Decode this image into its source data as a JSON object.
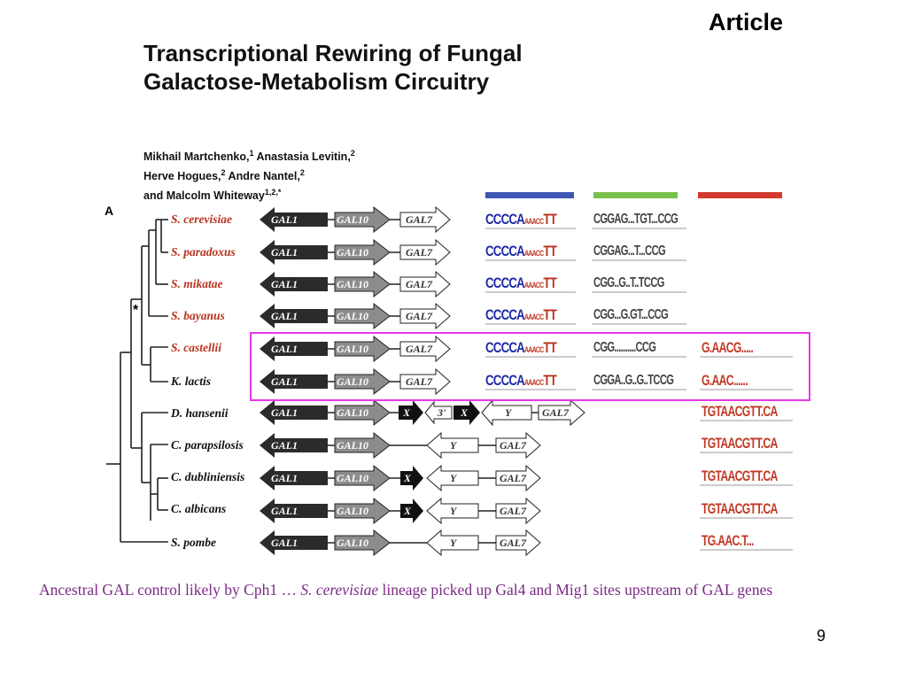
{
  "header": {
    "article_label": "Article",
    "title_line1": "Transcriptional Rewiring of Fungal",
    "title_line2": "Galactose-Metabolism Circuitry"
  },
  "authors": [
    {
      "name": "Mikhail Martchenko,",
      "sup": "1"
    },
    {
      "name": " Anastasia Levitin,",
      "sup": "2"
    },
    {
      "name": "Herve Hogues,",
      "sup": "2"
    },
    {
      "name": " Andre Nantel,",
      "sup": "2"
    },
    {
      "name": "and Malcolm Whiteway",
      "sup": "1,2,*"
    }
  ],
  "figure": {
    "panel_label": "A",
    "node_marker": "*",
    "legend_colors": [
      "#3f57b3",
      "#79c14b",
      "#d23b2c"
    ],
    "highlight_color": "#e63ae6",
    "species": [
      {
        "name": "S. cerevisiae",
        "color": "red"
      },
      {
        "name": "S. paradoxus",
        "color": "red"
      },
      {
        "name": "S. mikatae",
        "color": "red"
      },
      {
        "name": "S. bayanus",
        "color": "red"
      },
      {
        "name": "S. castellii",
        "color": "red"
      },
      {
        "name": "K. lactis",
        "color": "black"
      },
      {
        "name": "D. hansenii",
        "color": "black"
      },
      {
        "name": "C. parapsilosis",
        "color": "black"
      },
      {
        "name": "C. dubliniensis",
        "color": "black"
      },
      {
        "name": "C. albicans",
        "color": "black"
      },
      {
        "name": "S. pombe",
        "color": "black"
      }
    ],
    "genes": {
      "gal1": "GAL1",
      "gal10": "GAL10",
      "gal7": "GAL7",
      "x": "X",
      "y": "Y",
      "three": "3'"
    },
    "motifs": {
      "gal4_main": "CCCCA",
      "gal4_small": "AAACC",
      "gal4_end": "TT",
      "mig1_rows": [
        "CGGAG...TGT...CCG",
        "CGGAG...T...CCG",
        "CGG..G..T..TCCG",
        "CGG...G.GT...CCG",
        "CGG..........CCG",
        "CGGA..G..G..TCCG"
      ],
      "cph1_rows": [
        "G.AACG.....",
        "G.AAC......",
        "TGTAACGTT.CA",
        "TGTAACGTT.CA",
        "TGTAACGTT.CA",
        "TGTAACGTT.CA",
        "TG.AAC.T..."
      ]
    }
  },
  "caption": {
    "part1": "Ancestral GAL control likely by Cph1 … ",
    "species": "S. cerevisiae",
    "part2": " lineage picked up Gal4 and Mig1 sites upstream of GAL genes"
  },
  "page_number": "9"
}
